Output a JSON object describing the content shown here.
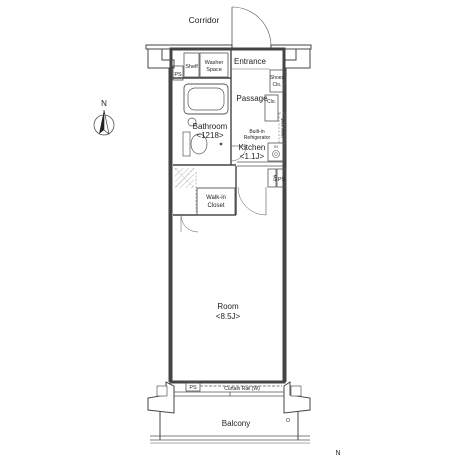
{
  "labels": {
    "corridor": "Corridor",
    "shelf": "Shelf",
    "washer_line1": "Washer",
    "washer_line2": "Space",
    "entrance": "Entrance",
    "ps_top": "PS",
    "shoes_line1": "Shoes",
    "shoes_line2": "Clo.",
    "passage": "Passage",
    "clo": "Clo.",
    "upper_shelf": "Upper Shelf",
    "bathroom_line1": "Bathroom",
    "bathroom_line2": "<1218>",
    "fridge_line1": "Built-in",
    "fridge_line2": "Refrigerator",
    "kitchen_line1": "Kitchen",
    "kitchen_line2": "<1.1J>",
    "stove_label": "IH",
    "mb": "MB",
    "ps_mid": "PS",
    "walkin_line1": "Walk-in",
    "walkin_line2": "Closet",
    "room_line1": "Room",
    "room_line2": "<8.5J>",
    "ps_bottom": "PS",
    "curtain_rail": "Curtain Rail (W)",
    "balcony": "Balcony",
    "compass_n": "N",
    "corner_n": "N"
  },
  "colors": {
    "wall": "#444444",
    "line": "#555555",
    "hatch": "#999999",
    "text": "#222222"
  }
}
